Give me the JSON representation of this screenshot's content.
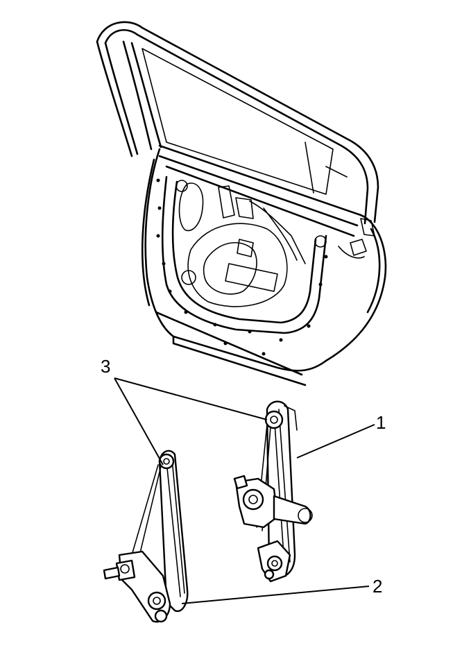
{
  "callouts": [
    {
      "id": "1",
      "text": "1"
    },
    {
      "id": "2",
      "text": "2"
    },
    {
      "id": "3",
      "text": "3"
    }
  ],
  "colors": {
    "line": "#000000",
    "background": "#ffffff"
  }
}
